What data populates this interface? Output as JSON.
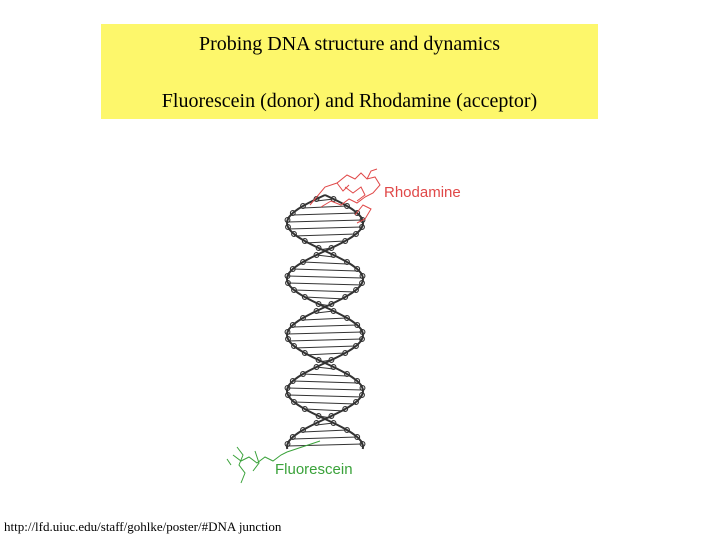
{
  "title": {
    "line1": "Probing DNA structure and dynamics",
    "line2": "Fluorescein (donor) and Rhodamine (acceptor)"
  },
  "figure": {
    "label_acceptor": "Rhodamine",
    "label_donor": "Fluorescein",
    "acceptor_color": "#e04848",
    "donor_color": "#3aa23a"
  },
  "source_url": "http://lfd.uiuc.edu/staff/gohlke/poster/#DNA junction"
}
